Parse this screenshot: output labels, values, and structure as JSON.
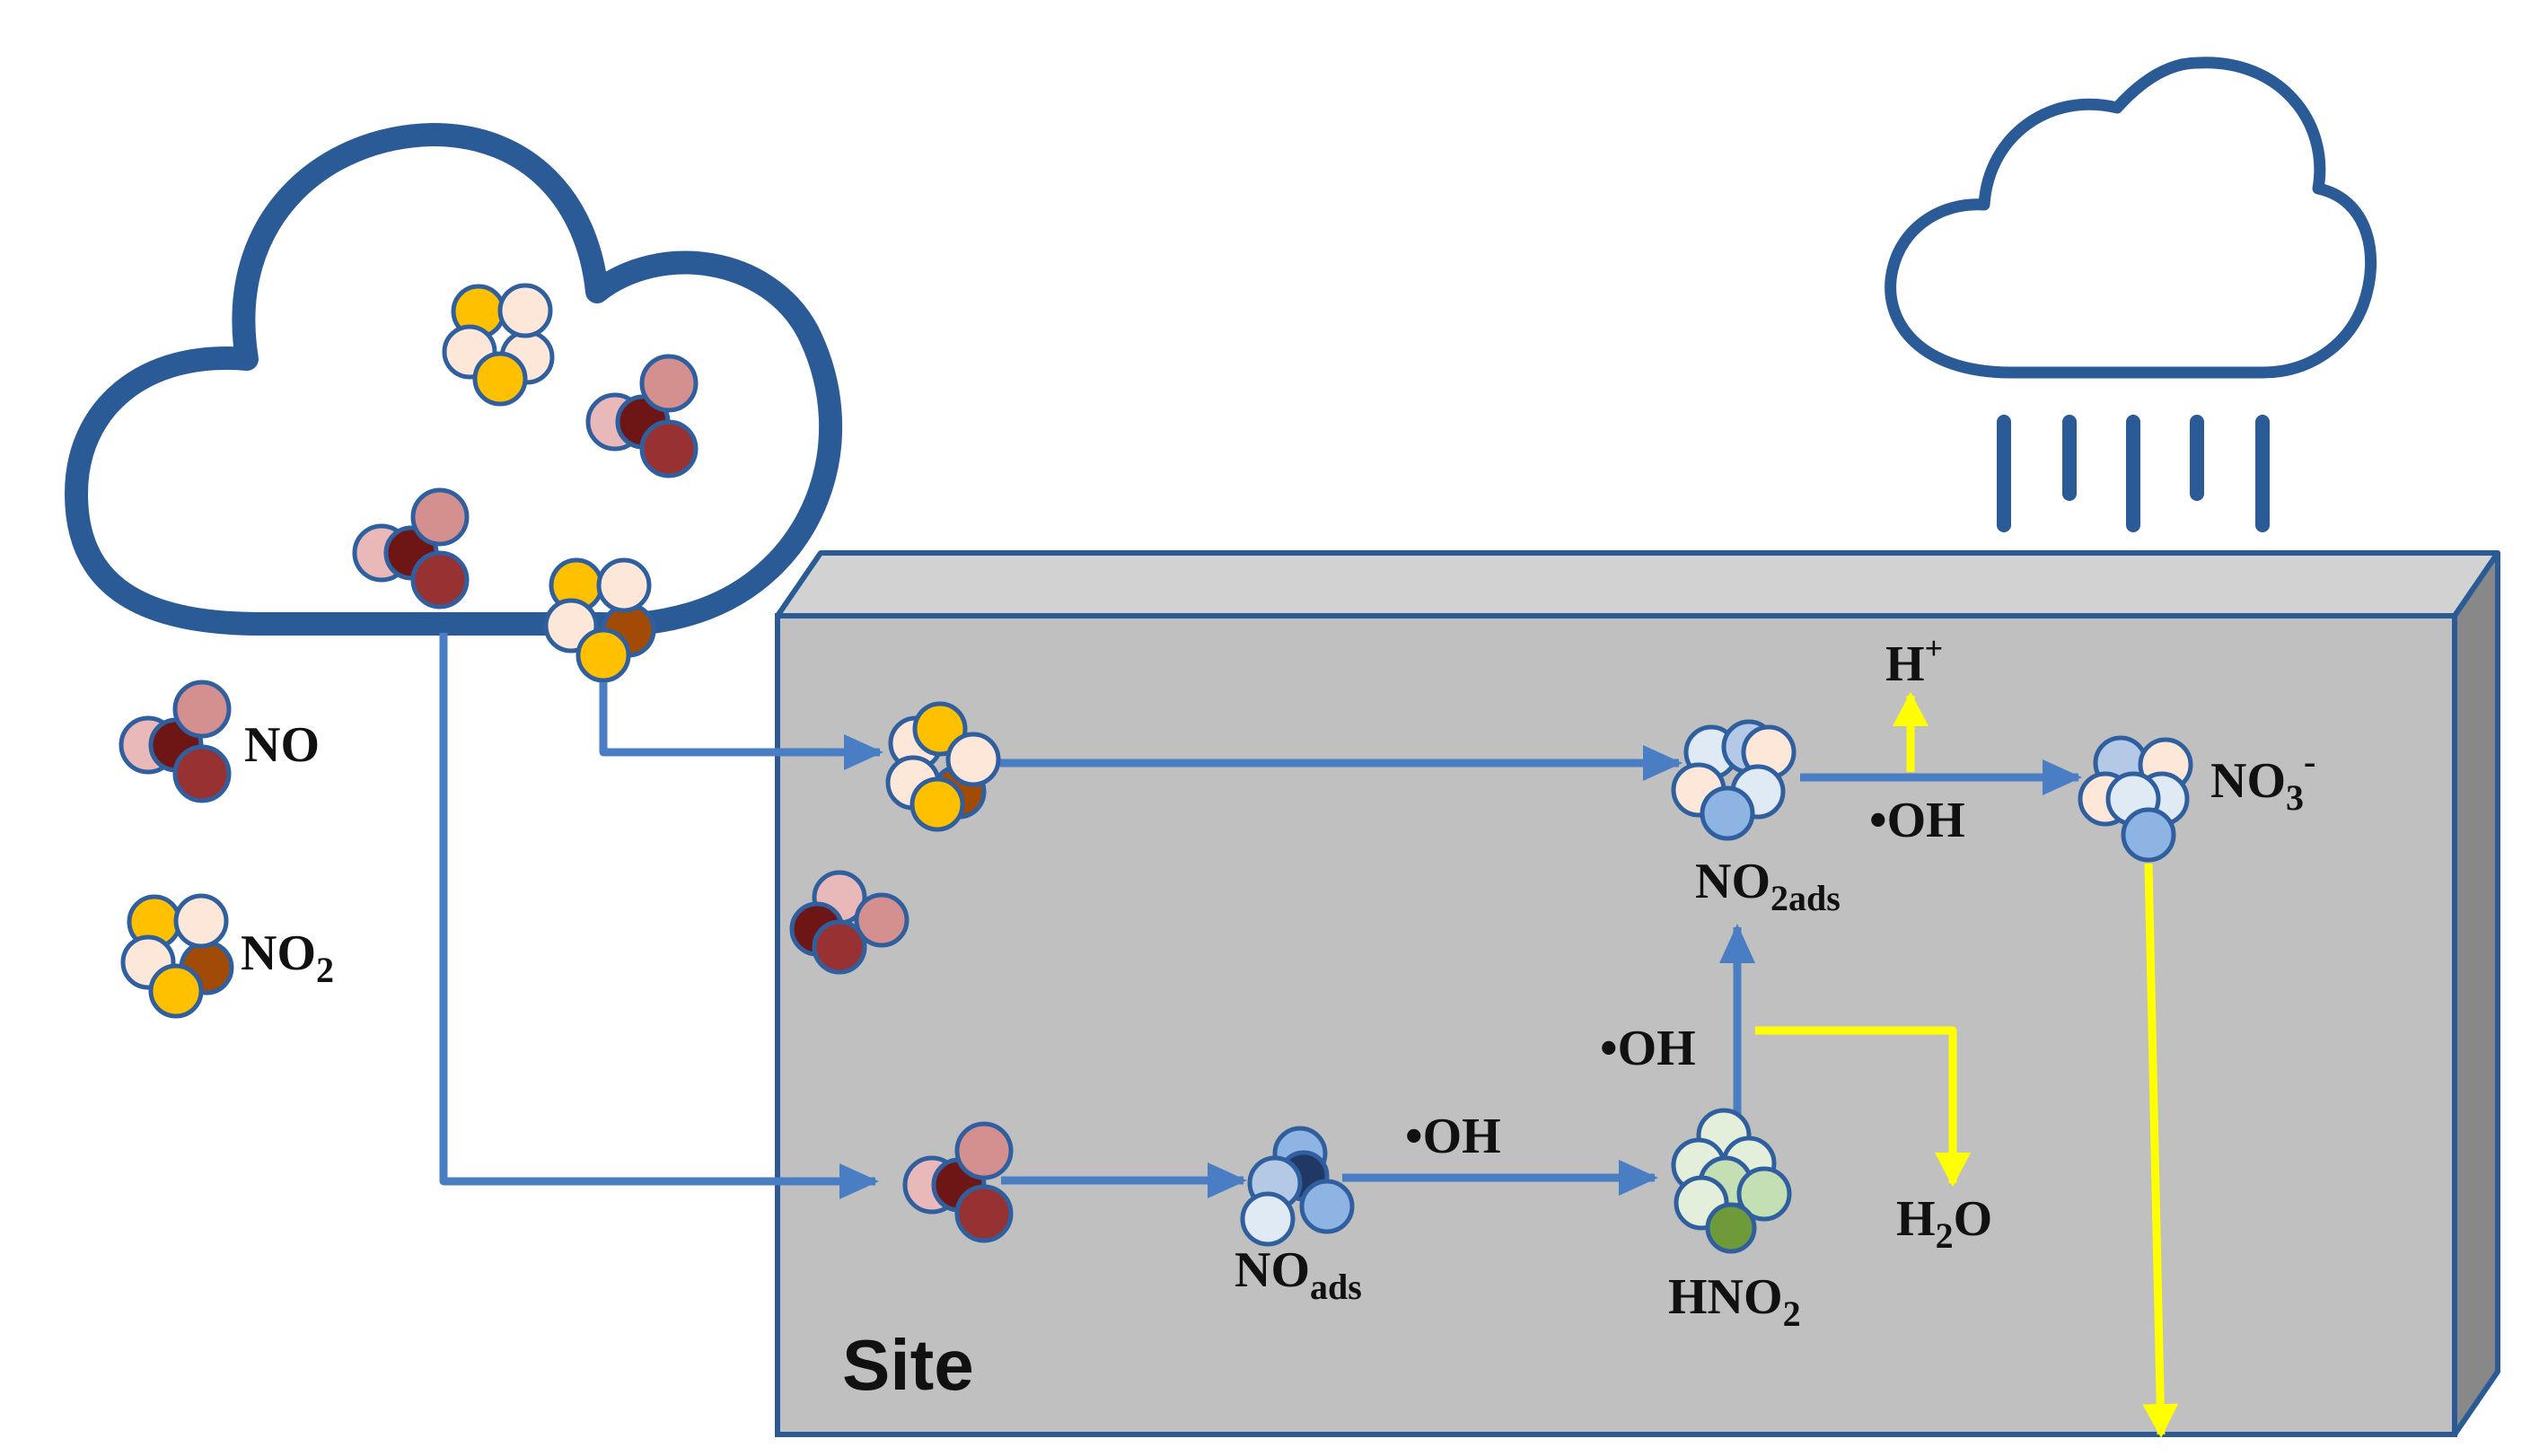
{
  "legend": {
    "no": {
      "base": "NO"
    },
    "no2": {
      "base": "NO",
      "sub": "2"
    }
  },
  "site": {
    "label": "Site"
  },
  "species": {
    "no2ads": {
      "base": "NO",
      "sub": "2ads"
    },
    "no3": {
      "base": "NO",
      "sub": "3",
      "sup": "-"
    },
    "noads": {
      "base": "NO",
      "sub": "ads"
    },
    "hno2": {
      "base": "HNO",
      "sub": "2"
    },
    "h2o": {
      "base": "H",
      "sub": "2",
      "tail": "O"
    },
    "hplus": {
      "base": "H",
      "sup": "+"
    }
  },
  "radicals": {
    "oh_top": "•OH",
    "oh_middle": "•OH",
    "oh_bottom": "•OH"
  },
  "colors": {
    "cloud_stroke": "#2b5b97",
    "flow_arrow": "#4a7ec4",
    "product_arrow": "#ffff00",
    "block_front": "#c0c0c0",
    "block_top": "#d2d2d2",
    "block_side": "#888888",
    "block_edge": "#2b5b97",
    "atom_outline": "#2f5f9e",
    "no_light": "#e9b9b9",
    "no_pink": "#d48f8f",
    "no_dark": "#6e1616",
    "no_red": "#983232",
    "no2_yellow": "#ffc000",
    "no2_cream": "#fde7d8",
    "no2_brown": "#a24b06",
    "ads_light": "#dfeaf5",
    "ads_mid": "#b4c9e6",
    "ads_blue": "#8eb4e3",
    "ads_navy": "#1f3864",
    "hno2_light": "#e3efda",
    "hno2_green": "#c5dfb4",
    "hno2_dark": "#6e9a3a"
  }
}
